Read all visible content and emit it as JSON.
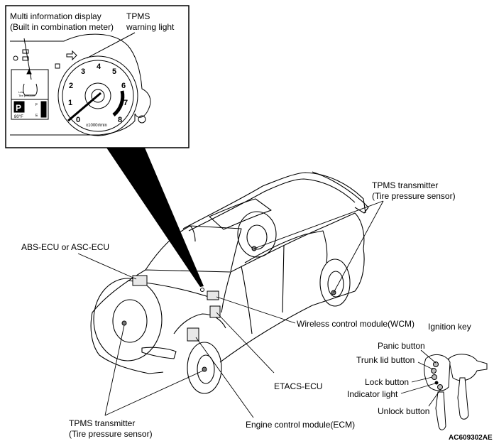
{
  "labels": {
    "multi_info_display_line1": "Multi information display",
    "multi_info_display_line2": "(Built in combination meter)",
    "tpms_warning_line1": "TPMS",
    "tpms_warning_line2": "warning light",
    "tpms_transmitter_rear_line1": "TPMS transmitter",
    "tpms_transmitter_rear_line2": "(Tire pressure sensor)",
    "abs_ecu": "ABS-ECU or ASC-ECU",
    "wcm": "Wireless control module(WCM)",
    "ignition_key": "Ignition key",
    "panic_button": "Panic button",
    "trunk_lid_button": "Trunk lid button",
    "lock_button": "Lock button",
    "indicator_light": "Indicator light",
    "unlock_button": "Unlock button",
    "etacs_ecu": "ETACS-ECU",
    "tpms_transmitter_front_line1": "TPMS transmitter",
    "tpms_transmitter_front_line2": "(Tire pressure sensor)",
    "ecm": "Engine control module(ECM)",
    "figure_code": "AC609302",
    "figure_code_suffix": "AE"
  },
  "gauge": {
    "ticks": [
      "0",
      "1",
      "2",
      "3",
      "4",
      "5",
      "6",
      "7",
      "8"
    ],
    "unit": "x1000r/min"
  },
  "display": {
    "gear": "P",
    "temp": "80°F",
    "fuel_full": "F",
    "fuel_empty": "E",
    "tire_caption_1": "Low",
    "tire_caption_2": "Tire pressure"
  }
}
